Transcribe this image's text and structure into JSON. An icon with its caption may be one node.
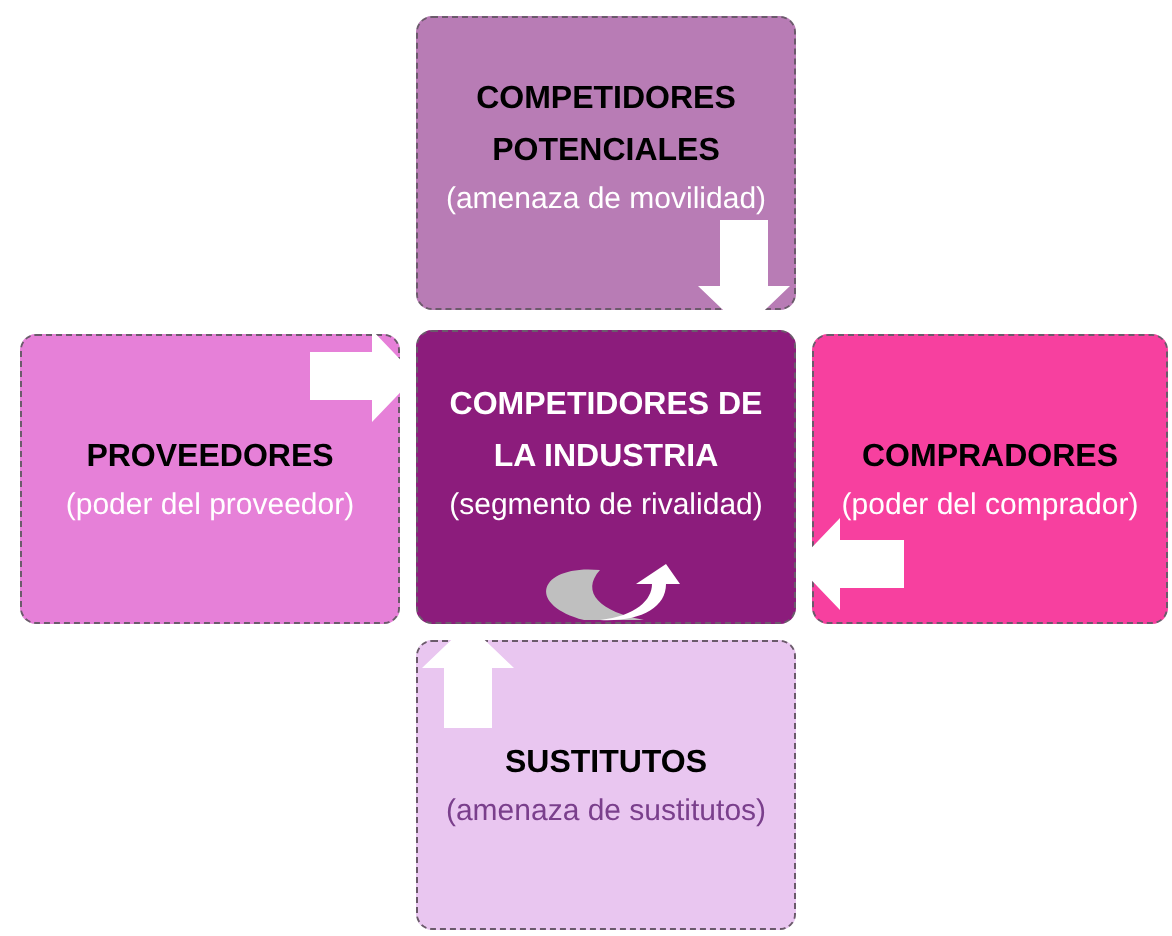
{
  "diagram": {
    "nodes": [
      {
        "text": [
          "COMPETIDORES POTENCIALES",
          "(amenaza de movilidad)"
        ]
      },
      {
        "text": [
          "PROVEEDORES",
          "(poder del proveedor)"
        ]
      },
      {
        "text": [
          "COMPETIDORES DE LA INDUSTRIA",
          "(segmento de rivalidad)"
        ]
      },
      {
        "text": [
          "COMPRADORES",
          "(poder del comprador)"
        ]
      },
      {
        "text": [
          "SUSTITUTOS",
          "(amenaza de sustitutos)"
        ]
      }
    ],
    "edges": [
      {
        "from": 0,
        "to": 2,
        "arrow": "to",
        "color": "#ffffff",
        "style": "thick"
      },
      {
        "from": 1,
        "to": 2,
        "arrow": "to",
        "color": "#ffffff",
        "style": "thick"
      },
      {
        "from": 3,
        "to": 2,
        "arrow": "to",
        "color": "#ffffff",
        "style": "thick"
      },
      {
        "from": 4,
        "to": 2,
        "arrow": "to",
        "color": "#ffffff",
        "style": "thick"
      }
    ]
  }
}
